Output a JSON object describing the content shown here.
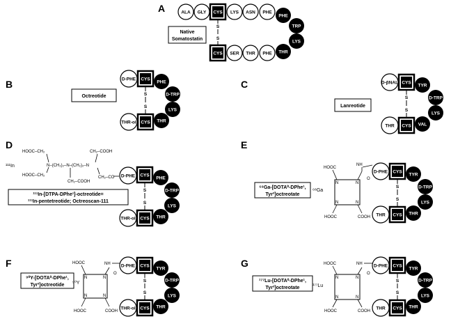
{
  "panels": {
    "A": "A",
    "B": "B",
    "C": "C",
    "D": "D",
    "E": "E",
    "F": "F",
    "G": "G"
  },
  "residues": {
    "ala": "ALA",
    "gly": "GLY",
    "cys": "CYS",
    "lys": "LYS",
    "asn": "ASN",
    "phe": "PHE",
    "trp": "TRP",
    "thr": "THR",
    "ser": "SER",
    "dphe": "D-PHE",
    "dtrp": "D-TRP",
    "throl": "THR-ol",
    "dbnal": "D-βNAL",
    "tyr": "TYR",
    "val": "VAL",
    "s": "S"
  },
  "captions": {
    "native1": "Native",
    "native2": "Somatostatin",
    "octreotide": "Octreotide",
    "lanreotide": "Lanreotide",
    "d_line1": "¹¹¹In-[DTPA-DPhe¹]-octreotide=",
    "d_line2": "¹¹¹In-pentetreotide; Octreoscan-111",
    "e_line1": "⁶⁸Ga-[DOTA⁰-DPhe¹,",
    "e_line2": "Tyr³]octreotate",
    "f_line1": "⁹⁰Y-[DOTA⁰-DPhe¹,",
    "f_line2": "Tyr³]octreotide",
    "g_line1": "¹⁷⁷Lu-[DOTA⁰-DPhe¹,",
    "g_line2": "Tyr³]octreotate"
  },
  "chem": {
    "in111": "¹¹¹In",
    "ga68": "⁶⁸Ga",
    "y90": "⁹⁰Y",
    "lu177": "¹⁷⁷Lu",
    "dtpa_tl": "HOOC–CH₂",
    "dtpa_bl": "HOOC–CH₂",
    "dtpa_mid": "N–(CH₂)₂–N–(CH₂)₂–N",
    "dtpa_tr": "CH₂–COOH",
    "dtpa_bm": "CH₂–COOH",
    "dtpa_link": "CH₂–CO",
    "cooh": "COOH",
    "hooc": "HOOC",
    "nh": "NH",
    "o": "O",
    "n": "N"
  }
}
